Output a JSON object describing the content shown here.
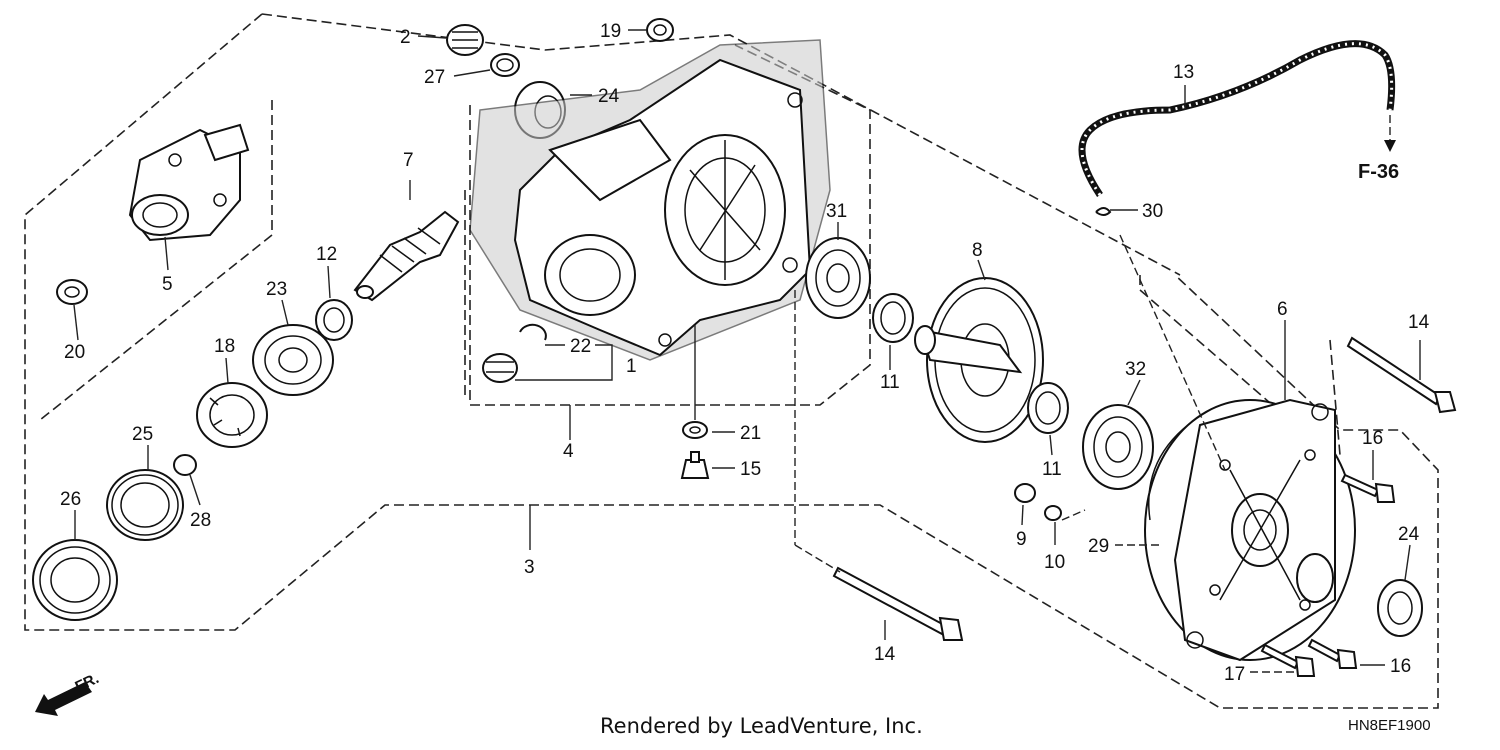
{
  "callouts": [
    "1",
    "2",
    "3",
    "4",
    "5",
    "6",
    "7",
    "8",
    "9",
    "10",
    "11",
    "11",
    "12",
    "13",
    "14",
    "14",
    "15",
    "16",
    "16",
    "17",
    "18",
    "19",
    "20",
    "21",
    "22",
    "23",
    "24",
    "24",
    "25",
    "26",
    "27",
    "28",
    "29",
    "30",
    "31",
    "32"
  ],
  "reference_label": "F-36",
  "direction_label": "FR.",
  "credit": "Rendered by LeadVenture, Inc.",
  "diagram_code": "HN8EF1900",
  "colors": {
    "line": "#111111",
    "background": "#ffffff",
    "shading": "#cccccc"
  }
}
